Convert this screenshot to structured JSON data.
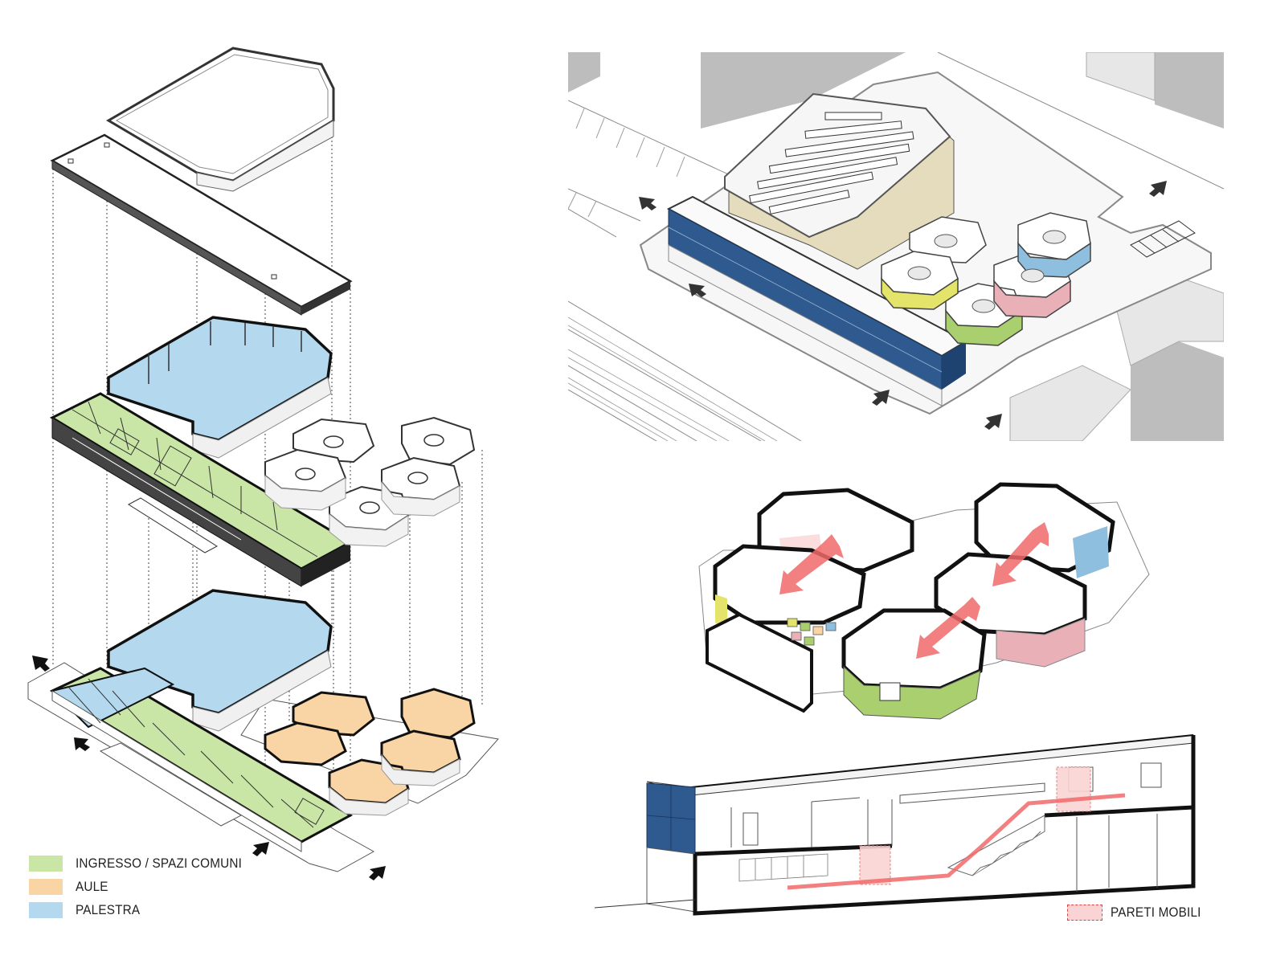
{
  "colors": {
    "ingresso": "#c9e6a6",
    "aule": "#f9d4a4",
    "palestra": "#b4d9ef",
    "pareti_mobili": "#fad4d4",
    "facade_blue": "#2e5a8f",
    "arrow_red": "#f06a6a"
  },
  "legend": {
    "items": [
      {
        "label": "INGRESSO / SPAZI COMUNI",
        "color": "#c9e6a6"
      },
      {
        "label": "AULE",
        "color": "#f9d4a4"
      },
      {
        "label": "PALESTRA",
        "color": "#b4d9ef"
      }
    ]
  },
  "section_legend": {
    "label": "PARETI MOBILI",
    "color": "#fad4d4"
  },
  "icons": [
    "entrance-arrow-icon"
  ]
}
